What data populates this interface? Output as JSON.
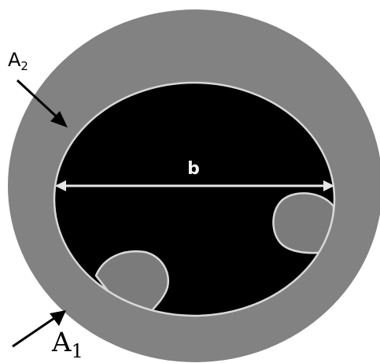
{
  "labels": {
    "outer_area": "A",
    "outer_area_sub": "2",
    "inner_area": "A",
    "inner_area_sub": "1",
    "diameter": "b"
  },
  "colors": {
    "background": "#ffffff",
    "outer_ring": "#828282",
    "inner_region": "#000000",
    "inner_outline": "#d9d9d9",
    "blob_fill": "#7b7b7b",
    "diameter_line": "#e6e6e6",
    "diameter_label": "#f2f2f2",
    "arrows": "#000000"
  }
}
